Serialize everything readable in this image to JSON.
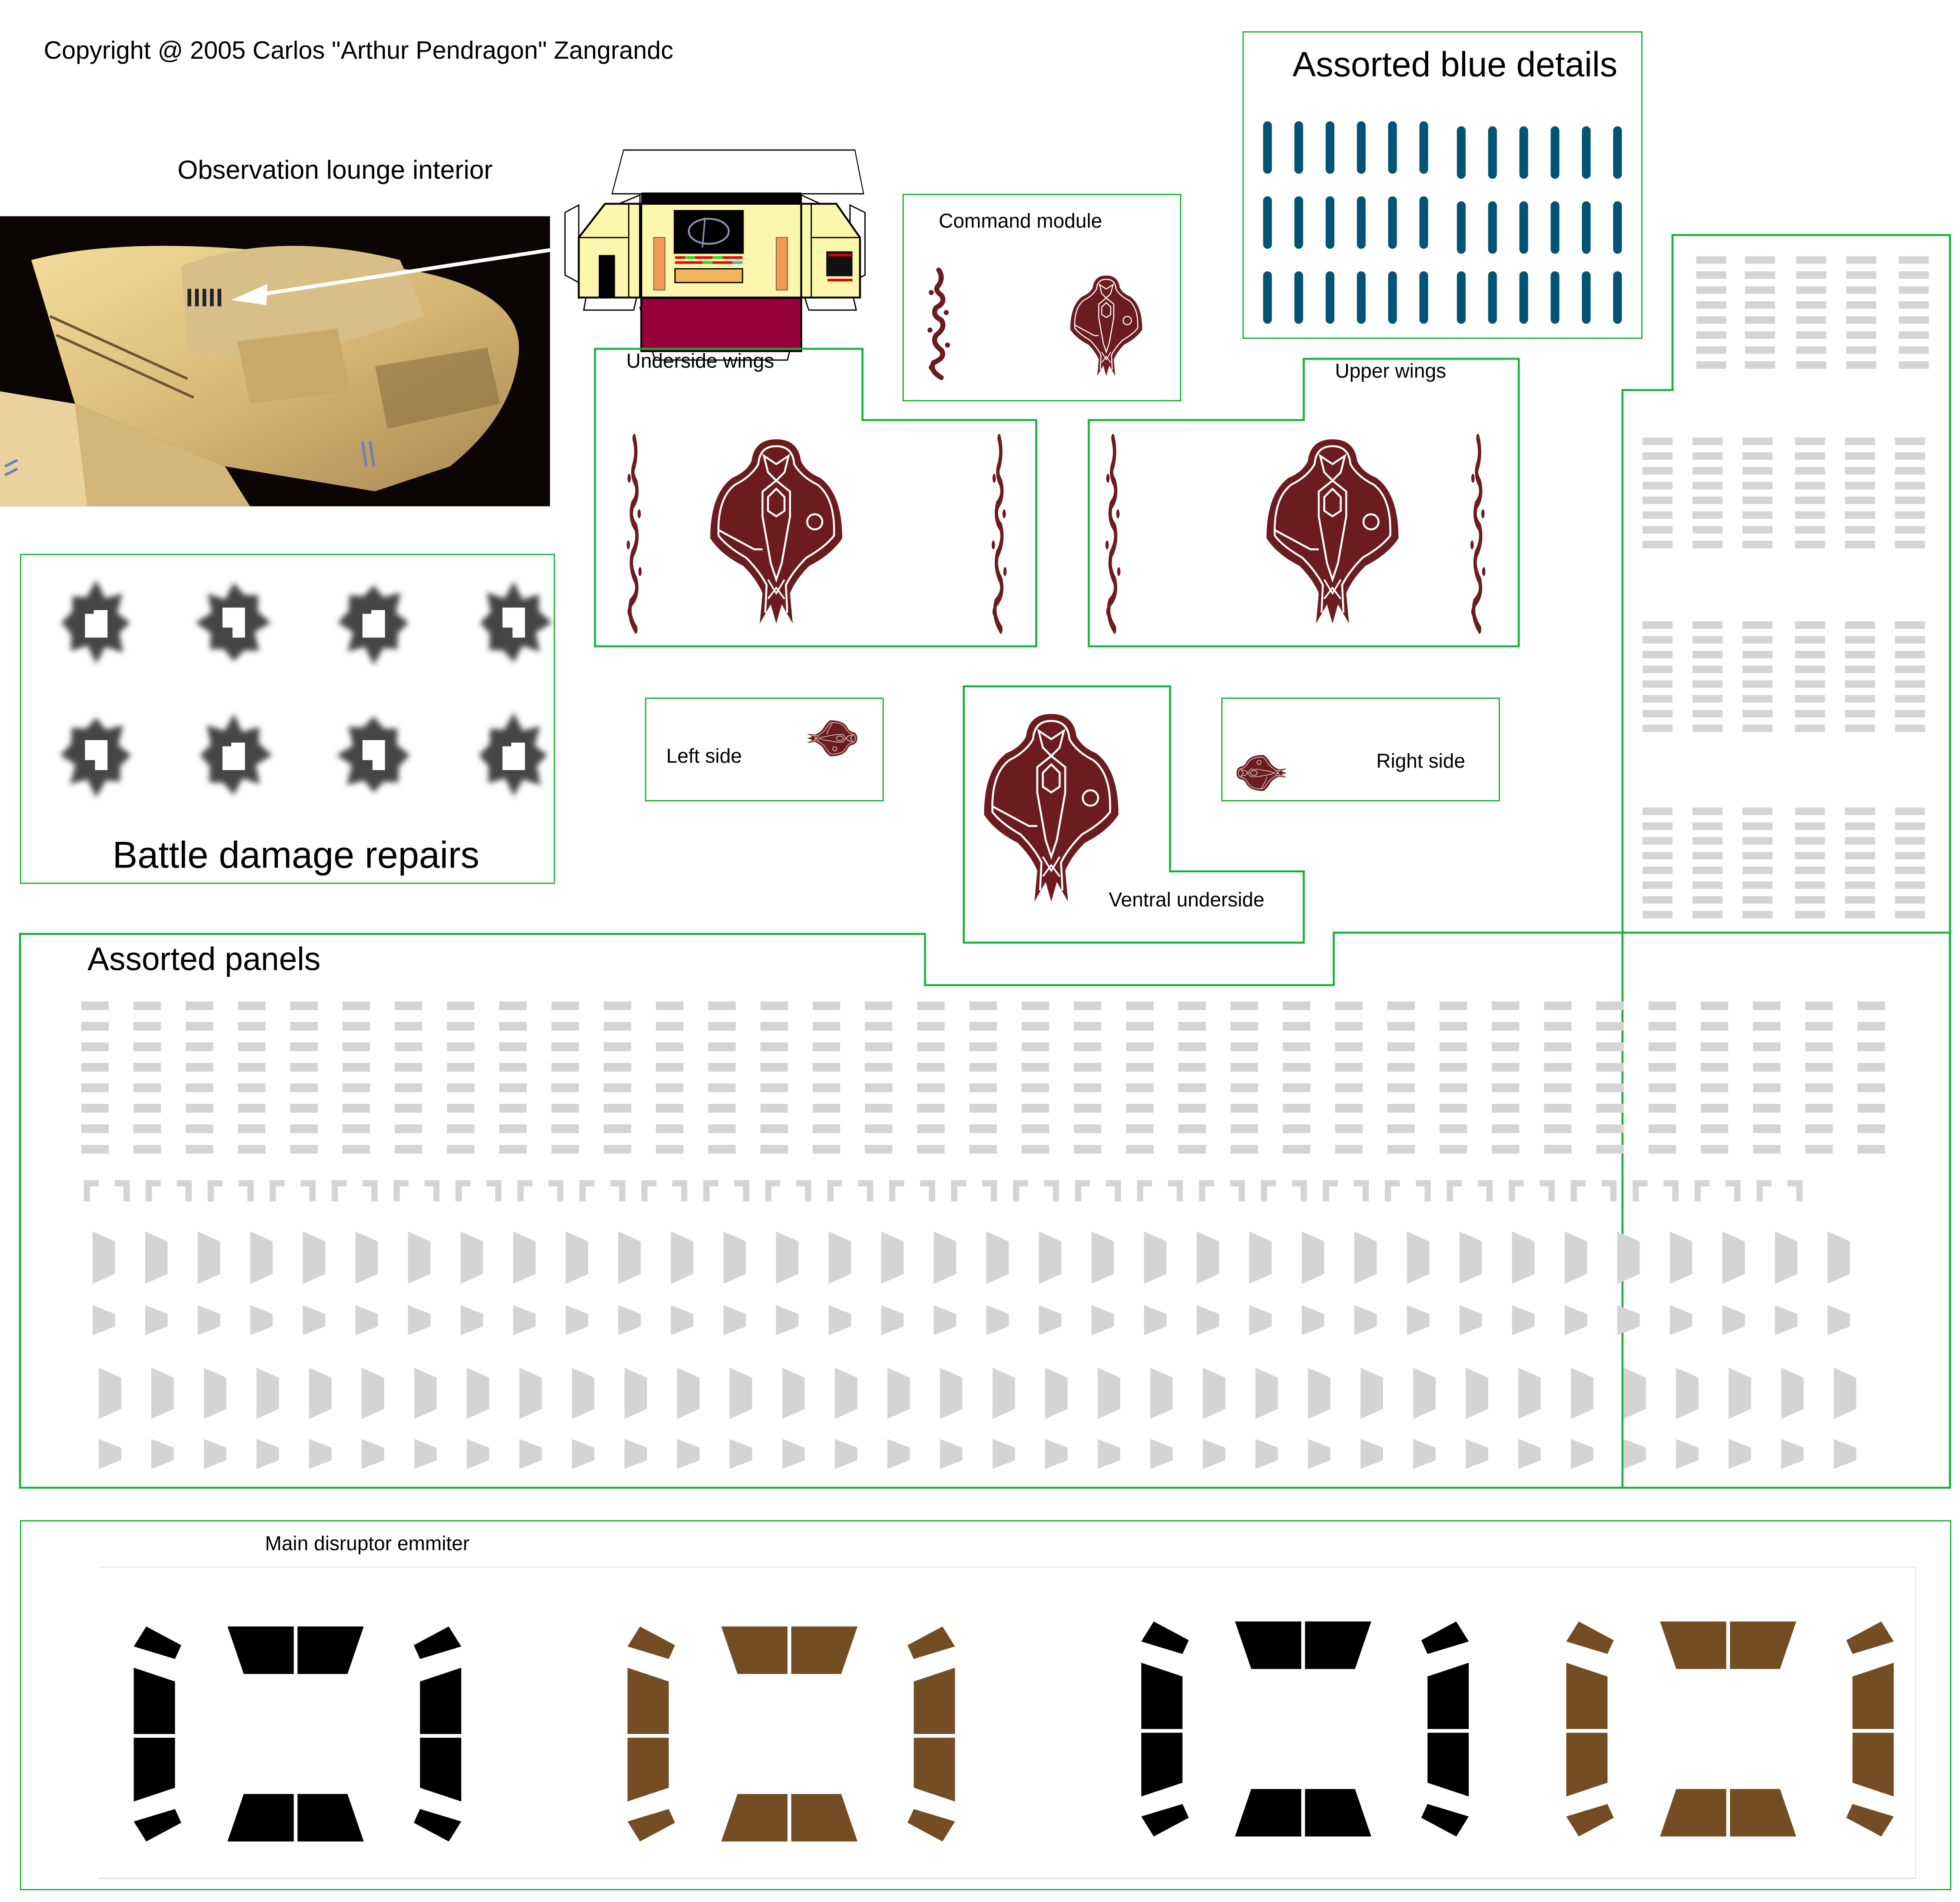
{
  "header": {
    "copyright": "Copyright  @ 2005 Carlos \"Arthur Pendragon\" Zangrandc"
  },
  "observation": {
    "label": "Observation lounge interior",
    "photo_icon": "ship-photo",
    "arrow_icon": "pointer-arrow-icon"
  },
  "sections": {
    "blue_details": "Assorted blue details",
    "command_module": "Command module",
    "underside_wings": "Underside wings",
    "upper_wings": "Upper wings",
    "battle_damage": "Battle damage repairs",
    "left_side": "Left side",
    "right_side": "Right side",
    "ventral": "Ventral underside",
    "assorted_panels": "Assorted panels",
    "disruptor": "Main disruptor emmiter"
  },
  "colors": {
    "border_green": "#13b13a",
    "blue_detail": "#035472",
    "emblem_maroon": "#6b1c1f",
    "panel_gray": "#d4d4d4",
    "disruptor_black": "#000000",
    "disruptor_brown": "#744d24",
    "net_yellow": "#fdf6ad",
    "net_maroon": "#970038",
    "net_orange": "#f09a55"
  },
  "counts": {
    "blue_rows": 3,
    "blue_cols": 12,
    "damage_decals": 8,
    "disruptor_sets": 4
  }
}
